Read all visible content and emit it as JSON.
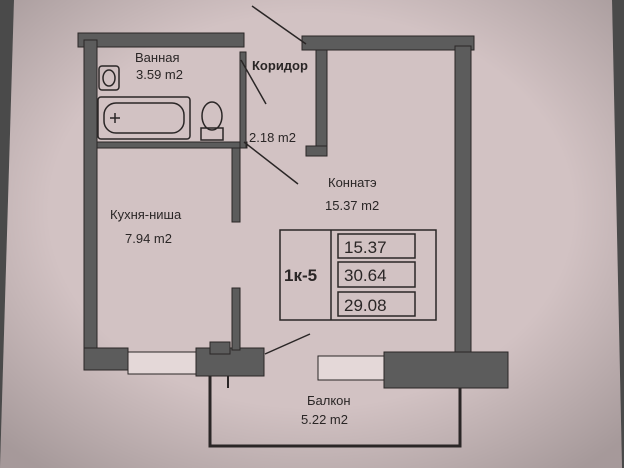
{
  "rooms": {
    "bathroom": {
      "name": "Ванная",
      "area": "3.59 m2"
    },
    "corridor": {
      "name": "Коридор",
      "area": "2.18 m2"
    },
    "living_room": {
      "name": "Коннатэ",
      "area": "15.37 m2"
    },
    "kitchen": {
      "name": "Кухня-ниша",
      "area": "7.94 m2"
    },
    "balcony": {
      "name": "Балкон",
      "area": "5.22 m2"
    }
  },
  "summary": {
    "code": "1к-5",
    "values": [
      "15.37",
      "30.64",
      "29.08"
    ]
  },
  "colors": {
    "paper": "#d2c2c3",
    "wall": "#5c5c5c",
    "ink": "#2a2626",
    "background": "#4a4a4a"
  }
}
